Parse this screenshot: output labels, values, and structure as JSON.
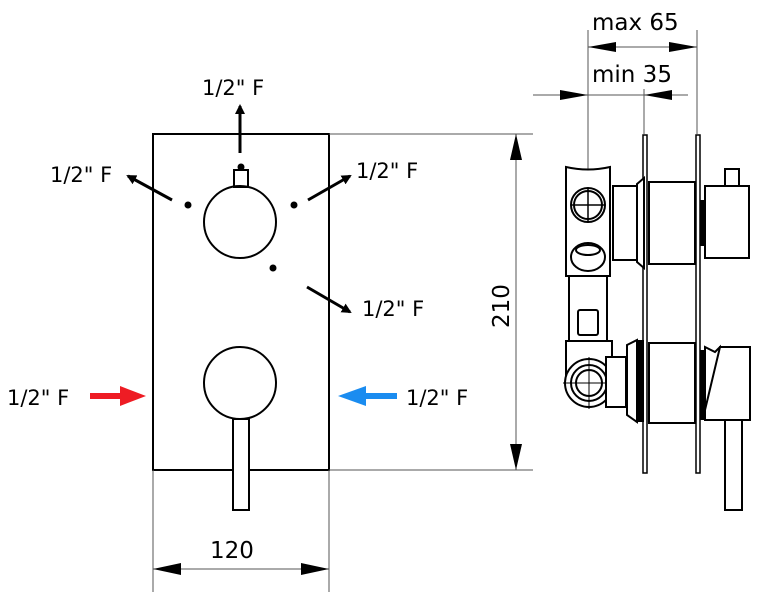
{
  "front_view": {
    "connections": {
      "top_outlet": "1/2\" F",
      "left_outlet": "1/2\" F",
      "right_outlet": "1/2\" F",
      "lower_right_outlet": "1/2\" F",
      "hot_inlet": "1/2\" F",
      "cold_inlet": "1/2\" F"
    },
    "width_dimension": "120",
    "height_dimension": "210"
  },
  "side_view": {
    "max_depth": "max 65",
    "min_depth": "min 35"
  },
  "colors": {
    "hot_arrow": "#ee1c24",
    "cold_arrow": "#1a8cf0",
    "line": "#000000"
  }
}
